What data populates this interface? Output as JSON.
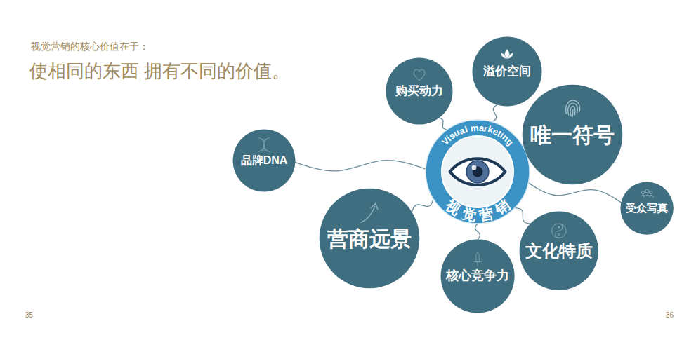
{
  "diagram": {
    "title": "视觉营销的核心价值在于：",
    "nodes": [
      {
        "text": [
          "Visual marketing",
          "视觉营销"
        ]
      },
      {
        "text": [
          "品牌DNA"
        ]
      },
      {
        "text": [
          "购买动力"
        ]
      },
      {
        "text": [
          "溢价空间"
        ]
      },
      {
        "text": [
          "唯一符号"
        ]
      },
      {
        "text": [
          "受众写真"
        ]
      },
      {
        "text": [
          "文化特质"
        ]
      },
      {
        "text": [
          "核心竞争力"
        ]
      },
      {
        "text": [
          "营商远景"
        ]
      }
    ],
    "edges": [
      {
        "from": 0,
        "to": 1,
        "arrow": "none"
      },
      {
        "from": 0,
        "to": 2,
        "arrow": "none"
      },
      {
        "from": 0,
        "to": 3,
        "arrow": "none"
      },
      {
        "from": 0,
        "to": 4,
        "arrow": "none"
      },
      {
        "from": 0,
        "to": 5,
        "arrow": "none"
      },
      {
        "from": 0,
        "to": 6,
        "arrow": "none"
      },
      {
        "from": 0,
        "to": 7,
        "arrow": "none"
      },
      {
        "from": 0,
        "to": 8,
        "arrow": "none"
      }
    ],
    "labels": [
      "使相同的东西  拥有不同的价值。",
      "35",
      "36"
    ]
  }
}
